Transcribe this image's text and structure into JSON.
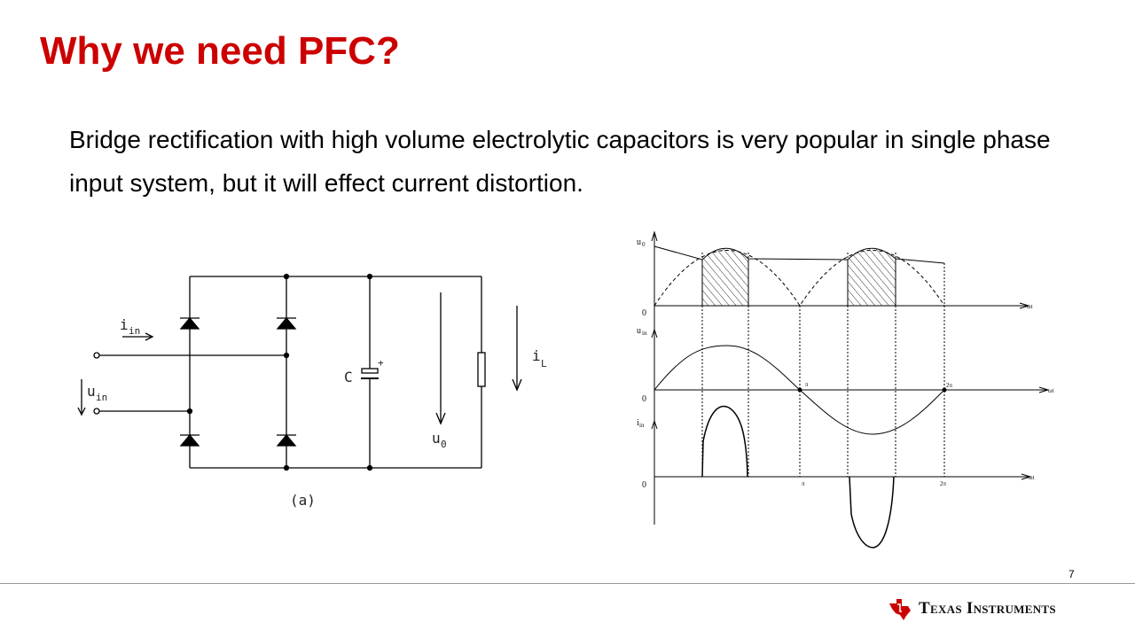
{
  "slide": {
    "title": "Why we need PFC?",
    "body": "Bridge rectification with high volume electrolytic capacitors is very popular in single phase input system, but it will effect current distortion.",
    "page_number": "7"
  },
  "circuit": {
    "label_iin": "i",
    "label_iin_sub": "in",
    "label_uin": "u",
    "label_uin_sub": "in",
    "label_C": "C",
    "label_plus": "+",
    "label_u0": "u",
    "label_u0_sub": "0",
    "label_iL": "i",
    "label_iL_sub": "L",
    "caption": "(a)"
  },
  "waveforms": {
    "u0_label": "u",
    "u0_sub": "0",
    "uin_label": "u",
    "uin_sub": "in",
    "iin_label": "i",
    "iin_sub": "in",
    "origin": "0",
    "pi": "π",
    "two_pi": "2π",
    "omega_t": "ωt"
  },
  "footer": {
    "logo_text": "Texas Instruments"
  }
}
